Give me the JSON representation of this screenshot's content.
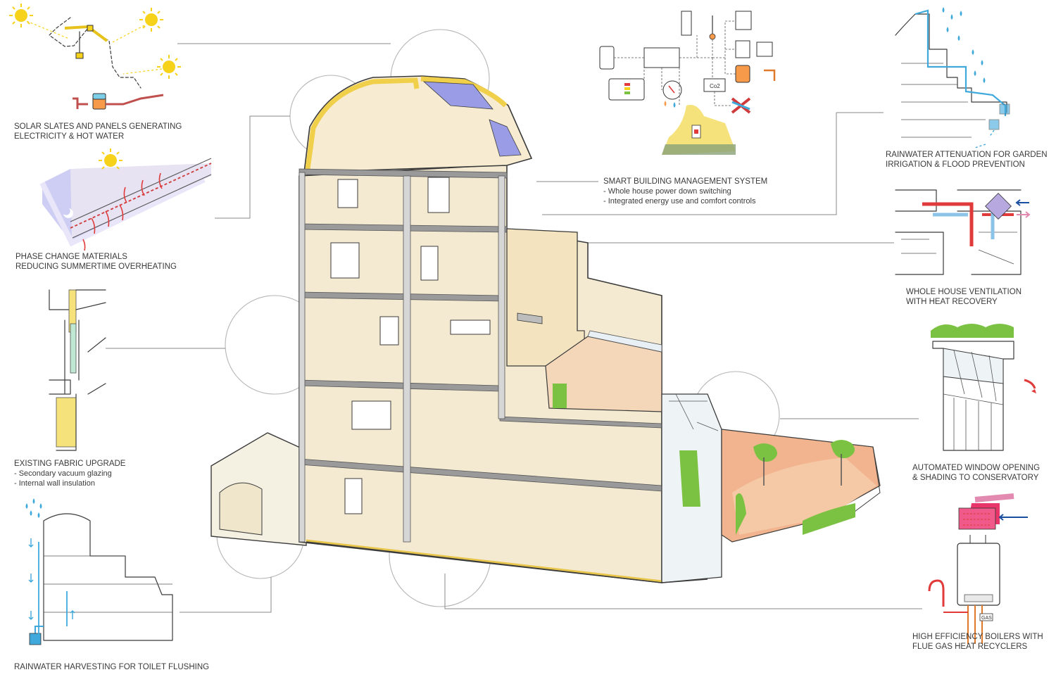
{
  "colors": {
    "warm_beige": "#f1e4c4",
    "wall_grey": "#9a9a9a",
    "insulation_yellow": "#f6e27a",
    "sun_yellow": "#f7d21a",
    "water_blue": "#3fa9dc",
    "heat_red": "#e03a3a",
    "plant_green": "#7cc242",
    "terracotta": "#f1b48e",
    "leader_grey": "#8a8a8a"
  },
  "labels": {
    "solar": {
      "line1": "SOLAR SLATES AND PANELS GENERATING",
      "line2": "ELECTRICITY & HOT WATER"
    },
    "pcm": {
      "line1": "PHASE CHANGE MATERIALS",
      "line2": "REDUCING SUMMERTIME OVERHEATING"
    },
    "fabric": {
      "line1": "EXISTING FABRIC UPGRADE",
      "line2": "- Secondary vacuum glazing",
      "line3": "- Internal wall insulation"
    },
    "harvest": {
      "line1": "RAINWATER HARVESTING FOR TOILET FLUSHING"
    },
    "smart": {
      "line1": "SMART BUILDING MANAGEMENT SYSTEM",
      "line2": "- Whole house power down switching",
      "line3": "- Integrated energy use and comfort controls"
    },
    "attenuation": {
      "line1": "RAINWATER ATTENUATION FOR GARDEN",
      "line2": "IRRIGATION & FLOOD PREVENTION"
    },
    "ventilation": {
      "line1": "WHOLE HOUSE VENTILATION",
      "line2": "WITH HEAT RECOVERY"
    },
    "window": {
      "line1": "AUTOMATED WINDOW OPENING",
      "line2": "& SHADING TO CONSERVATORY"
    },
    "boiler": {
      "line1": "HIGH EFFICIENCY BOILERS WITH",
      "line2": "FLUE GAS HEAT RECYCLERS"
    }
  },
  "icon_texts": {
    "co2": "Co2",
    "gas": "GAS"
  },
  "icons": [
    "sun-icon",
    "moon-icon",
    "raindrop-icon",
    "phone-icon",
    "thermostat-icon",
    "tap-icon",
    "radiator-icon",
    "boiler-icon",
    "heat-exchanger-icon",
    "tree-icon"
  ]
}
